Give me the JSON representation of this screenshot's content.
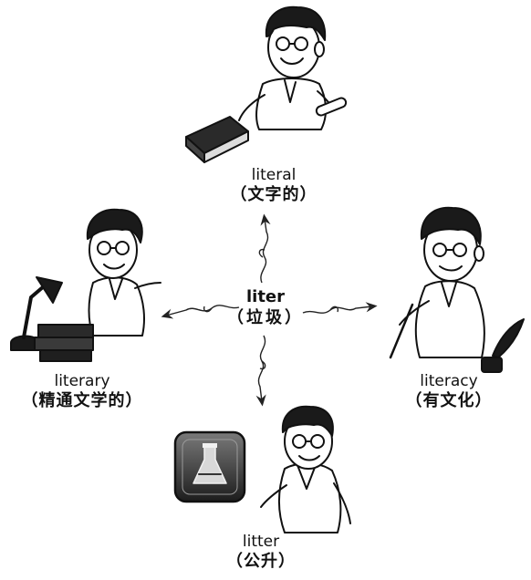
{
  "center": {
    "word": "liter",
    "meaning": "（垃圾）"
  },
  "branches": [
    {
      "id": "literal",
      "word": "literal",
      "meaning": "（文字的）",
      "illustration": "man-with-book"
    },
    {
      "id": "literary",
      "word": "literary",
      "meaning": "（精通文学的）",
      "illustration": "man-with-lamp-and-books"
    },
    {
      "id": "literacy",
      "word": "literacy",
      "meaning": "（有文化）",
      "illustration": "man-writing-quill"
    },
    {
      "id": "litter",
      "word": "litter",
      "meaning": "（公升）",
      "illustration": "man-with-lab-flask-icon"
    }
  ]
}
